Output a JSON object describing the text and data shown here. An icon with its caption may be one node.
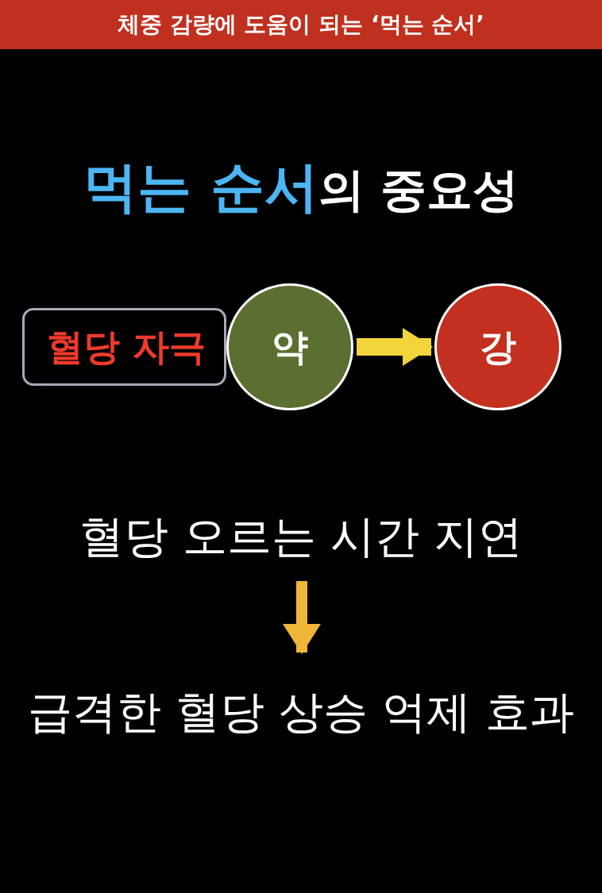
{
  "diagram": {
    "title": "체중 감량에 도움이 되는 ‘먹는 순서’",
    "nodes": [
      {
        "text": [
          "혈당 자극"
        ]
      },
      {
        "text": [
          "약"
        ]
      },
      {
        "text": [
          "강"
        ]
      },
      {
        "text": [
          "혈당 오르는 시간 지연"
        ]
      },
      {
        "text": [
          "급격한 혈당 상승 억제 효과"
        ]
      }
    ],
    "edges": [
      {
        "from": 1,
        "to": 2,
        "arrow": "to",
        "color": "#f2d53c"
      },
      {
        "from": 3,
        "to": 4,
        "arrow": "to",
        "color": "#f0b63a"
      }
    ],
    "labels": [
      "**먹는 순서**의 중요성"
    ]
  }
}
